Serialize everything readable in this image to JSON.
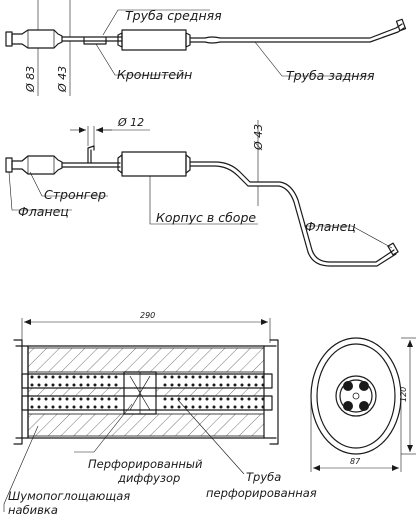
{
  "labels": {
    "pipe_middle": "Труба средняя",
    "pipe_rear": "Труба задняя",
    "bracket": "Кронштейн",
    "stringer": "Стронгер",
    "flange_left": "Фланец",
    "flange_right": "Фланец",
    "housing": "Корпус в сборе",
    "perforated_diffuser_1": "Перфорированный",
    "perforated_diffuser_2": "диффузор",
    "perforated_pipe_1": "Труба",
    "perforated_pipe_2": "перфорированная",
    "absorb_fill_1": "Шумопоглощающая",
    "absorb_fill_2": "набивка"
  },
  "dimensions": {
    "d83": "Ø 83",
    "d43_top": "Ø 43",
    "d12": "Ø 12",
    "d43_mid": "Ø 43",
    "len_290": "290",
    "h_120": "120",
    "w_87": "87"
  }
}
